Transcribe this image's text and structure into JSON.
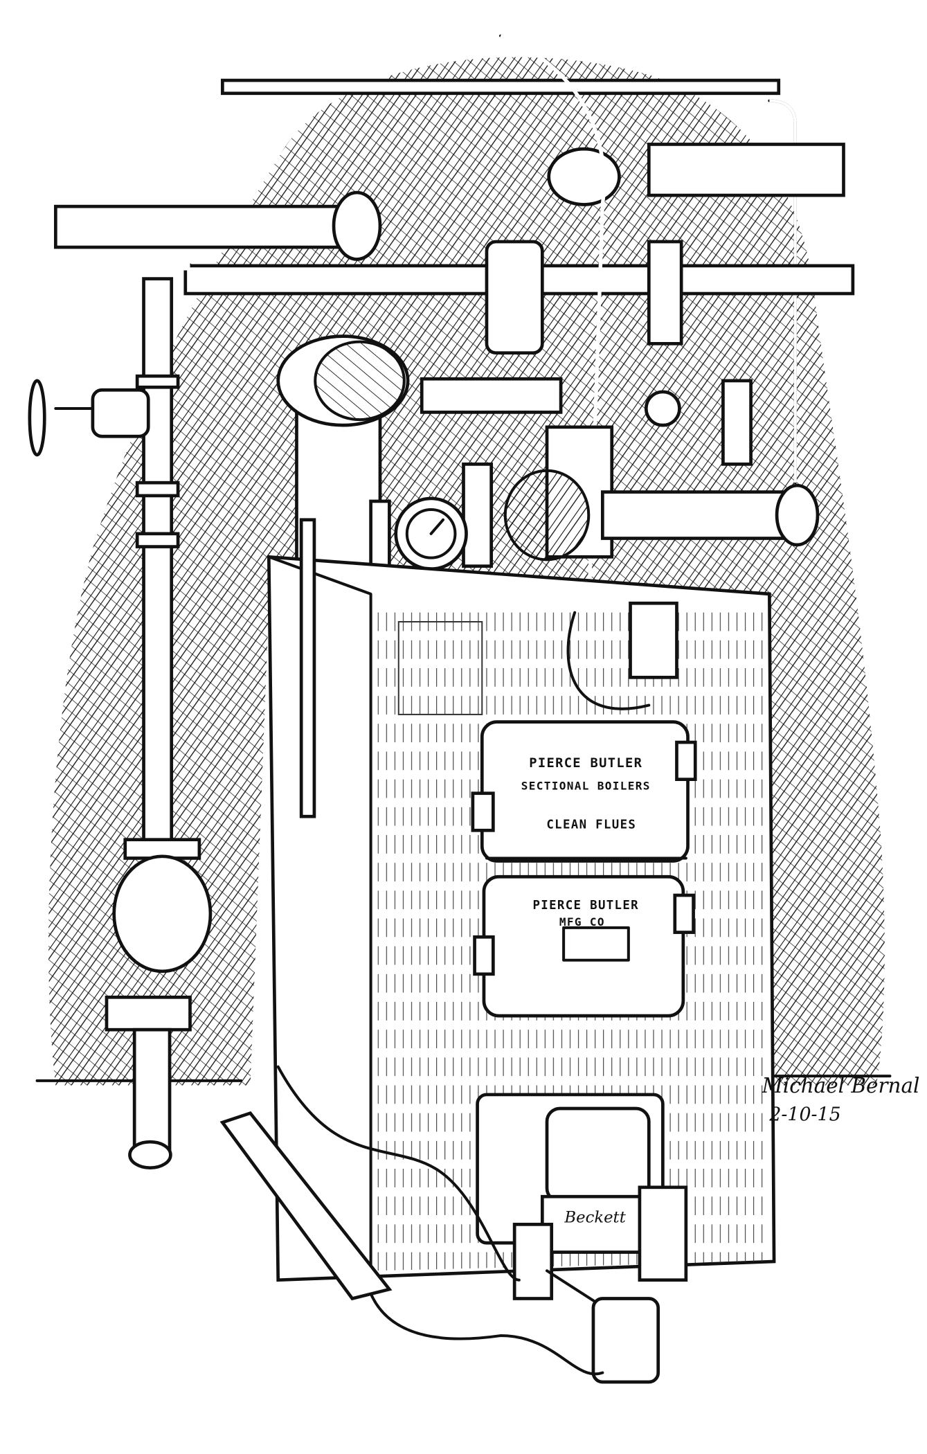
{
  "artwork": {
    "subject": "Boiler",
    "colors": {
      "ink": "#111111",
      "paper": "#ffffff"
    },
    "upper_plate": {
      "line1": "PIERCE BUTLER",
      "line2": "SECTIONAL BOILERS",
      "line3": "CLEAN FLUES"
    },
    "lower_plate": {
      "line1": "PIERCE BUTLER",
      "line2": "MFG CO"
    },
    "burner_label": "Beckett",
    "signature": {
      "name": "Michael Bernal",
      "date": "2-10-15"
    }
  }
}
